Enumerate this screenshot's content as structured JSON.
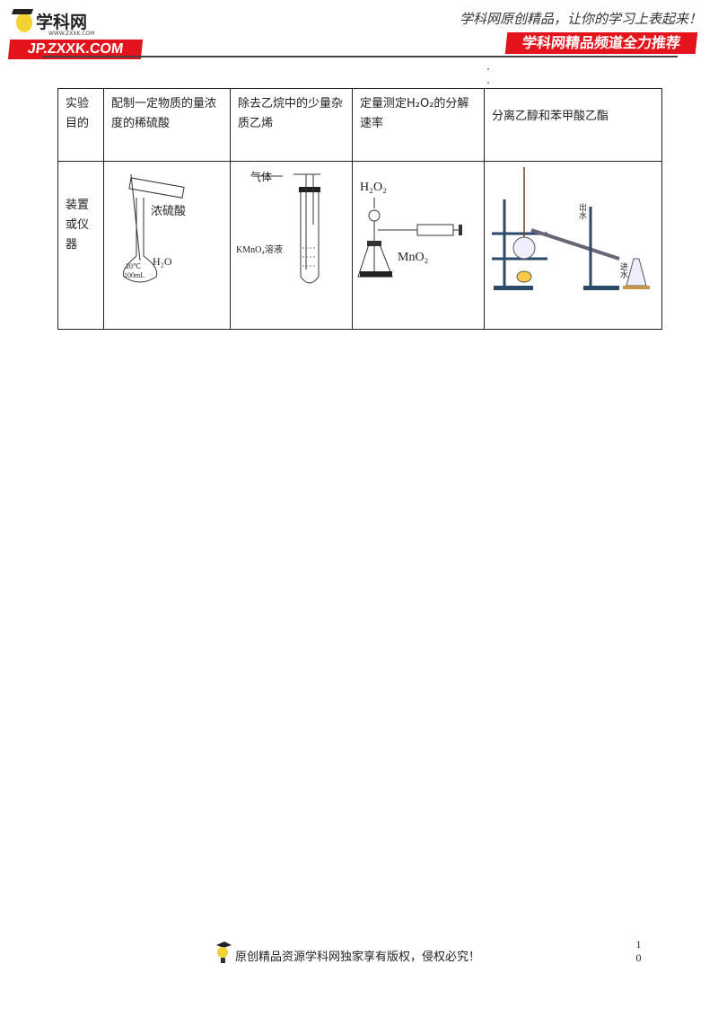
{
  "header": {
    "logo_text": "学科网",
    "logo_url_text": "WWW.ZXXK.COM",
    "logo_banner": "JP.ZXXK.COM",
    "slogan": "学科网原创精品，让你的学习上表起来！",
    "banner_right": "学科网精品频道全力推荐"
  },
  "table": {
    "row1": {
      "label": "实验目的",
      "cells": [
        "配制一定物质的量浓度的稀硫酸",
        "除去乙烷中的少量杂质乙烯",
        "定量测定H₂O₂的分解速率",
        "分离乙醇和苯甲酸乙酯"
      ]
    },
    "row2": {
      "label": "装置或仪器",
      "fig1": {
        "acid": "浓硫酸",
        "water": "H₂O",
        "temp": "20℃",
        "volume": "100mL"
      },
      "fig2": {
        "gas": "气体",
        "solution": "KMnO₄溶液"
      },
      "fig3": {
        "reagent": "H₂O₂",
        "catalyst": "MnO₂"
      },
      "fig4": {
        "water_out": "出水",
        "water_in": "进水"
      }
    }
  },
  "footer": {
    "copyright": "原创精品资源学科网独家享有版权，侵权必究！",
    "page_number": "10"
  }
}
